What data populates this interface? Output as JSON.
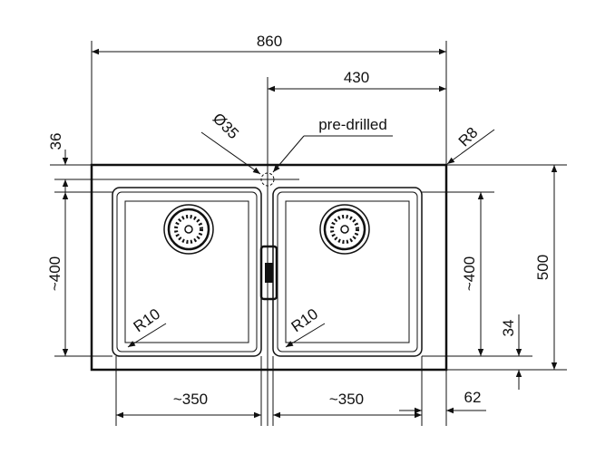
{
  "drawing": {
    "total_width": "860",
    "half_width": "430",
    "hole_offset": "36",
    "hole_diameter": "Ø35",
    "pre_drilled": "pre-drilled",
    "corner_radius_outer": "R8",
    "bowl_depth_left": "~400",
    "bowl_depth_right": "~400",
    "total_depth": "500",
    "bottom_margin": "34",
    "bowl_radius_left": "R10",
    "bowl_radius_right": "R10",
    "bowl_width_left": "~350",
    "bowl_width_right": "~350",
    "side_margin": "62"
  }
}
